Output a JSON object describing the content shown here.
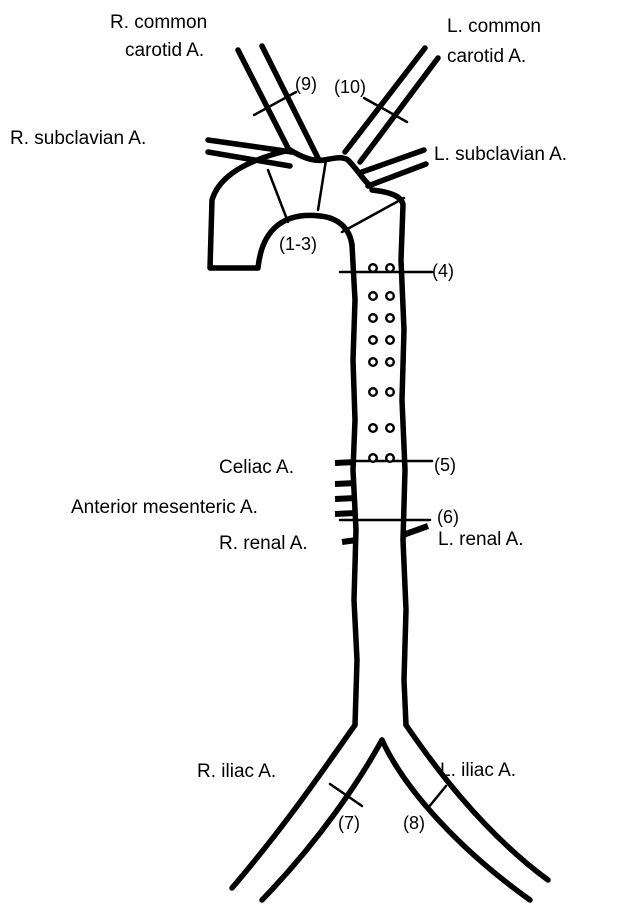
{
  "labels": {
    "r_common_carotid_1": "R. common",
    "r_common_carotid_2": "carotid A.",
    "l_common_carotid_1": "L. common",
    "l_common_carotid_2": "carotid A.",
    "r_subclavian": "R. subclavian A.",
    "l_subclavian": "L. subclavian A.",
    "celiac": "Celiac A.",
    "anterior_mesenteric": "Anterior mesenteric A.",
    "r_renal": "R. renal A.",
    "l_renal": "L. renal A.",
    "r_iliac": "R. iliac A.",
    "l_iliac": "L. iliac A."
  },
  "sites": {
    "s9": "(9)",
    "s10": "(10)",
    "s1_3": "(1-3)",
    "s4": "(4)",
    "s5": "(5)",
    "s6": "(6)",
    "s7": "(7)",
    "s8": "(8)"
  }
}
